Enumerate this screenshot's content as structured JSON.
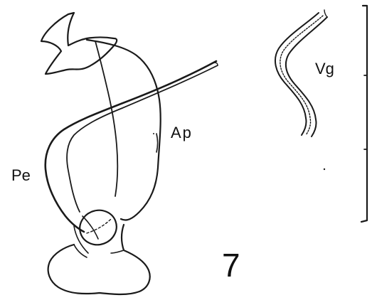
{
  "figure": {
    "number": "7",
    "labels": {
      "ap": "Ap",
      "pe": "Pe",
      "vg": "Vg"
    }
  },
  "colors": {
    "ink": "#1a1a1a",
    "background": "#ffffff"
  }
}
